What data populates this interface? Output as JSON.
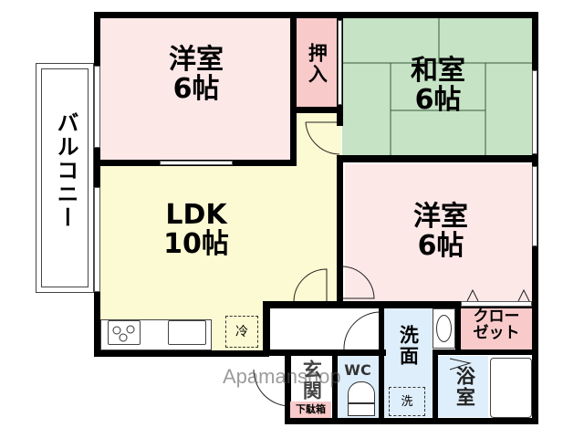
{
  "floorplan": {
    "rooms": {
      "western_room_1": {
        "name": "洋室",
        "size": "6帖",
        "color": "#fde8e8"
      },
      "oshiire": {
        "name": "押入",
        "color": "#f9caca"
      },
      "japanese_room": {
        "name": "和室",
        "size": "6帖",
        "color": "#c6e3c6"
      },
      "ldk": {
        "name": "LDK",
        "size": "10帖",
        "color": "#fcfad2"
      },
      "western_room_2": {
        "name": "洋室",
        "size": "6帖",
        "color": "#fde8e8"
      },
      "closet": {
        "name": "クロー\nゼット",
        "line1": "クロー",
        "line2": "ゼット",
        "color": "#f9caca"
      },
      "washroom": {
        "name": "洗面",
        "color": "#dfeefb"
      },
      "bathroom": {
        "name": "浴室",
        "color": "#dfeefb"
      },
      "toilet": {
        "name": "WC",
        "color": "#dfeefb"
      },
      "entrance": {
        "name": "玄関"
      },
      "shoe_box": {
        "name": "下駄箱",
        "color": "#f9caca"
      },
      "balcony": {
        "name": "バルコニー"
      }
    },
    "fixtures": {
      "fridge": "冷",
      "washer": "洗"
    },
    "watermark": "Apamanshop"
  }
}
